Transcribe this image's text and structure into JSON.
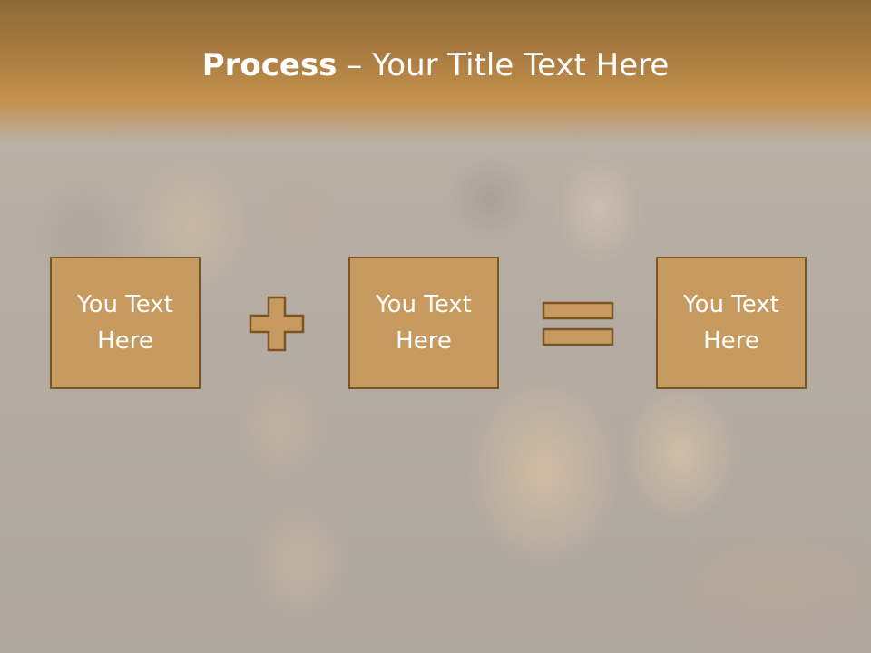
{
  "slide": {
    "title_bold": "Process",
    "title_rest": " – Your Title Text Here",
    "boxes": [
      {
        "text": "You Text Here"
      },
      {
        "text": "You Text Here"
      },
      {
        "text": "You Text Here"
      }
    ],
    "operators": [
      "plus-icon",
      "equals-icon"
    ],
    "colors": {
      "header": "#a87a3f",
      "box_fill": "#c79a5f",
      "box_border": "#7b5426",
      "text": "#ffffff"
    }
  }
}
